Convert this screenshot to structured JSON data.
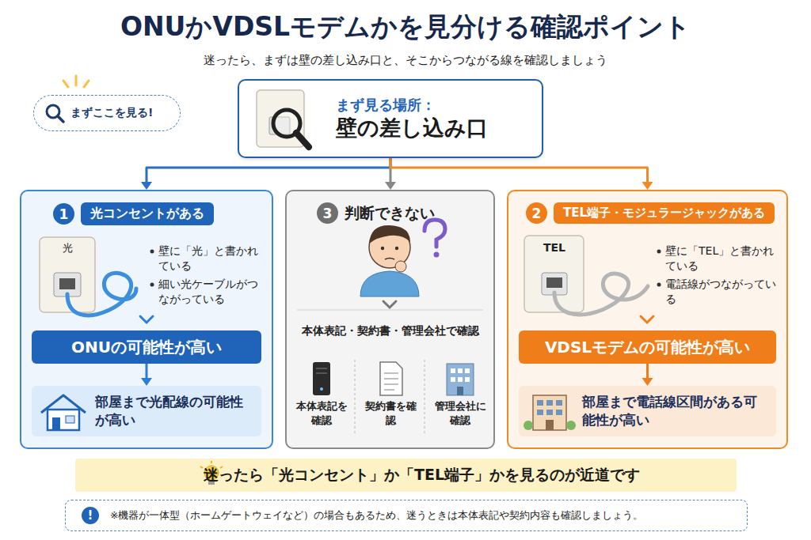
{
  "diagram": {
    "title": "ONUかVDSLモデムかを見分ける確認ポイント",
    "nodes": [
      {
        "text": [
          "まずここを見る!"
        ]
      },
      {
        "text": [
          "まず見る場所：",
          "壁の差し込み口"
        ]
      },
      {
        "text": [
          "1",
          "光コンセントがある"
        ]
      },
      {
        "text": [
          "ONUの可能性が高い"
        ],
        "in": 2
      },
      {
        "text": [
          "部屋まで光配線の可能性が高い"
        ],
        "in": 2
      },
      {
        "text": [
          "3",
          "判断できない"
        ]
      },
      {
        "text": [
          "本体表記・契約書・管理会社で確認"
        ],
        "in": 5
      },
      {
        "text": [
          "2",
          "TEL端子・モジュラージャックがある"
        ]
      },
      {
        "text": [
          "VDSLモデムの可能性が高い"
        ],
        "in": 7
      },
      {
        "text": [
          "部屋まで電話線区間がある可能性が高い"
        ],
        "in": 7
      },
      {
        "text": [
          "迷ったら「光コンセント」か「TEL端子」かを見るのが近道です"
        ]
      },
      {
        "text": [
          "!",
          "※機器が一体型（ホームゲートウェイなど）の場合もあるため、迷うときは本体表記や契約内容も確認しましょう。"
        ]
      }
    ],
    "edges": [
      {
        "from": 1,
        "to": 2,
        "arrow": "to"
      },
      {
        "from": 1,
        "to": 5,
        "arrow": "to"
      },
      {
        "from": 1,
        "to": 7,
        "arrow": "to"
      },
      {
        "from": 3,
        "to": 4,
        "arrow": "to"
      },
      {
        "from": 8,
        "to": 9,
        "arrow": "to"
      }
    ],
    "labels": [
      "迷ったら、まずは壁の差し込み口と、そこからつながる線を確認しましょう",
      "光",
      "壁に「光」と書かれている",
      "細い光ケーブルがつながっている",
      "TEL",
      "壁に「TEL」と書かれている",
      "電話線がつながっている",
      "本体表記を確認",
      "契約書を確認",
      "管理会社に確認"
    ]
  }
}
